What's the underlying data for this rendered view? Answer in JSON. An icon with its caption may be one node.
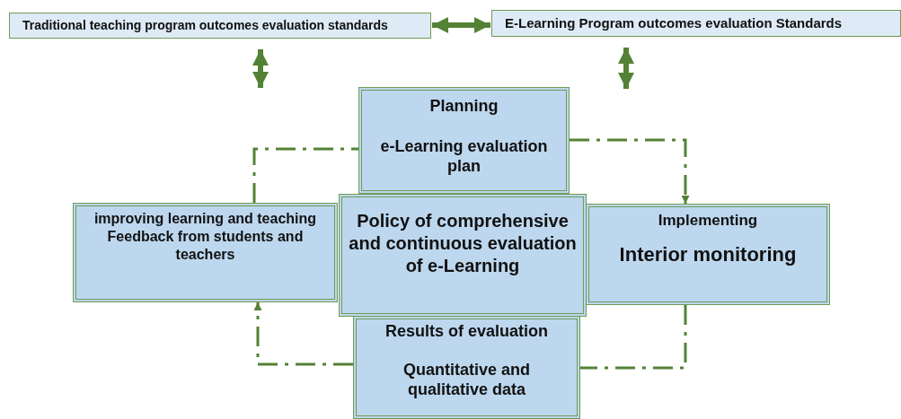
{
  "diagram": {
    "nodes": [
      {
        "text": [
          "Traditional teaching program outcomes evaluation standards"
        ]
      },
      {
        "text": [
          "E-Learning Program outcomes evaluation Standards"
        ]
      },
      {
        "text": [
          "Planning",
          "e-Learning evaluation plan"
        ]
      },
      {
        "text": [
          "improving learning and teaching",
          "Feedback from students and teachers"
        ]
      },
      {
        "text": [
          "Policy of comprehensive and continuous evaluation of e-Learning"
        ]
      },
      {
        "text": [
          "Implementing",
          "Interior monitoring"
        ]
      },
      {
        "text": [
          "Results of evaluation",
          "Quantitative and qualitative data"
        ]
      }
    ],
    "edges": [
      {
        "from": 0,
        "to": 1,
        "arrow": "both",
        "style": "thick"
      },
      {
        "from": 0,
        "to": null,
        "arrow": "both",
        "style": "thick"
      },
      {
        "from": 1,
        "to": null,
        "arrow": "both",
        "style": "thick"
      },
      {
        "from": 2,
        "to": 5,
        "arrow": "to",
        "style": "dashed"
      },
      {
        "from": 5,
        "to": 6,
        "arrow": "none",
        "style": "dashed"
      },
      {
        "from": 6,
        "to": 3,
        "arrow": "to",
        "style": "dashed"
      },
      {
        "from": 3,
        "to": 2,
        "arrow": "none",
        "style": "dashed"
      }
    ]
  }
}
